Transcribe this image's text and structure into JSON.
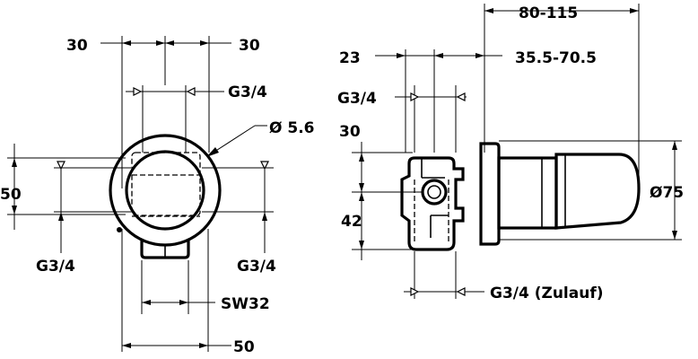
{
  "left_view": {
    "dim_top_left": "30",
    "dim_top_right": "30",
    "thread_top": "G3/4",
    "diameter_hole": "Ø 5.6",
    "dim_height": "50",
    "thread_bottom_left": "G3/4",
    "thread_bottom_right": "G3/4",
    "wrench_size": "SW32",
    "dim_width": "50"
  },
  "right_view": {
    "dim_depth_range": "80-115",
    "dim_23": "23",
    "dim_range_small": "35.5-70.5",
    "thread_top": "G3/4",
    "dim_30": "30",
    "dim_42": "42",
    "diameter_rosette": "Ø75",
    "thread_inlet": "G3/4 (Zulauf)"
  }
}
